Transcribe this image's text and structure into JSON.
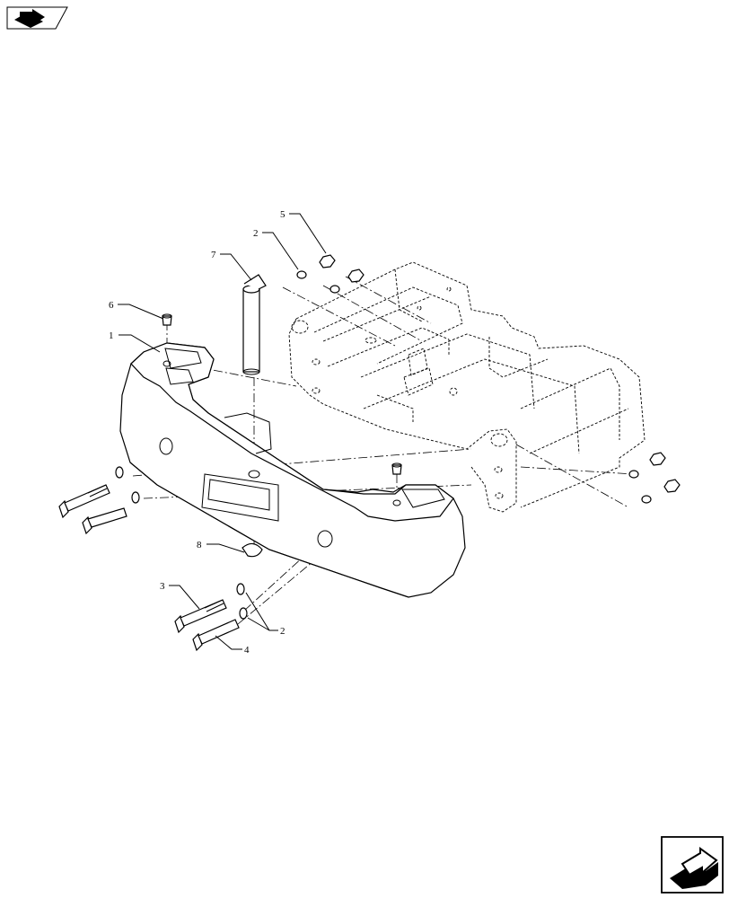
{
  "callouts": [
    {
      "id": "c1",
      "label": "1"
    },
    {
      "id": "c2a",
      "label": "2"
    },
    {
      "id": "c2b",
      "label": "2"
    },
    {
      "id": "c3",
      "label": "3"
    },
    {
      "id": "c4",
      "label": "4"
    },
    {
      "id": "c5",
      "label": "5"
    },
    {
      "id": "c6",
      "label": "6"
    },
    {
      "id": "c7",
      "label": "7"
    },
    {
      "id": "c8",
      "label": "8"
    }
  ],
  "icons": {
    "top_left": "previous-page-icon",
    "bottom_right": "next-page-icon"
  }
}
